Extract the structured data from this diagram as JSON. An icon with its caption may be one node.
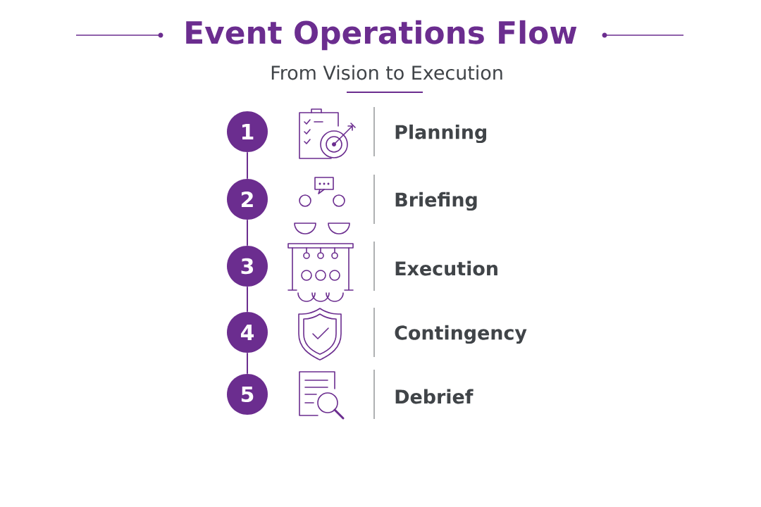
{
  "diagram": {
    "title": "Event Operations Flow",
    "nodes": [
      {
        "text": [
          "1"
        ]
      },
      {
        "text": [
          "2"
        ]
      },
      {
        "text": [
          "3"
        ]
      },
      {
        "text": [
          "4"
        ]
      },
      {
        "text": [
          "5"
        ]
      }
    ],
    "edges": [
      {
        "from": 0,
        "to": 1,
        "arrow": "none"
      },
      {
        "from": 1,
        "to": 2,
        "arrow": "none"
      },
      {
        "from": 2,
        "to": 3,
        "arrow": "none"
      },
      {
        "from": 3,
        "to": 4,
        "arrow": "none"
      }
    ],
    "labels": [
      "From Vision to Execution",
      "Planning",
      "Briefing",
      "Execution",
      "Contingency",
      "Debrief"
    ]
  }
}
